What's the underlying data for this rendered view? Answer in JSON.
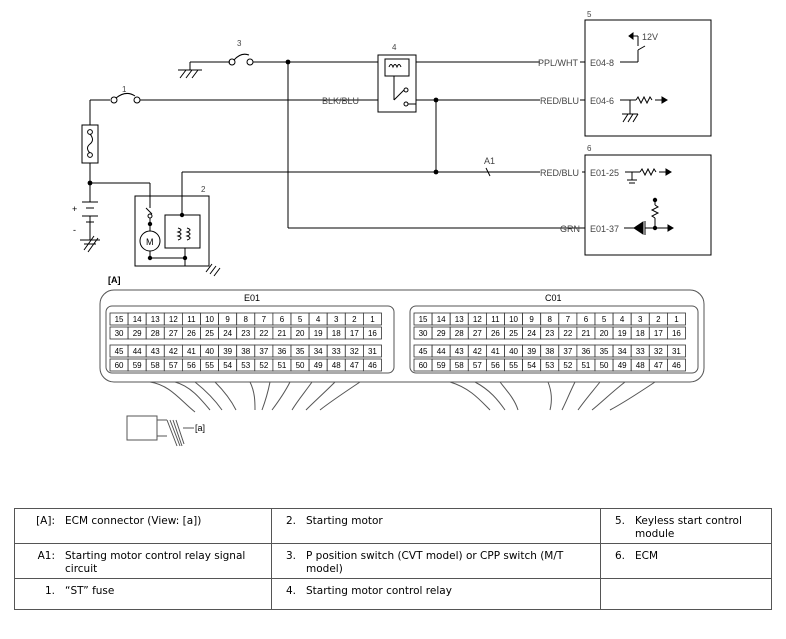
{
  "components": {
    "c1": "1",
    "c2": "2",
    "c3": "3",
    "c4": "4",
    "c5": "5",
    "c6": "6",
    "a1": "A1",
    "view_a": "[A]",
    "view_a_small": "[a]"
  },
  "wires": {
    "blk_blu": "BLK/BLU",
    "ppl_wht": "PPL/WHT",
    "red_blu_top": "RED/BLU",
    "red_blu_mid": "RED/BLU",
    "grn": "GRN",
    "v12": "12V"
  },
  "pins": {
    "e04_8": "E04-8",
    "e04_6": "E04-6",
    "e01_25": "E01-25",
    "e01_37": "E01-37"
  },
  "symbols": {
    "motor": "M",
    "plus": "+",
    "minus": "-"
  },
  "connectors": [
    {
      "name": "E01",
      "row1": [
        "15",
        "14",
        "13",
        "12",
        "11",
        "10",
        "9",
        "8",
        "7",
        "6",
        "5",
        "4",
        "3",
        "2",
        "1"
      ],
      "row2": [
        "30",
        "29",
        "28",
        "27",
        "26",
        "25",
        "24",
        "23",
        "22",
        "21",
        "20",
        "19",
        "18",
        "17",
        "16"
      ],
      "row3": [
        "45",
        "44",
        "43",
        "42",
        "41",
        "40",
        "39",
        "38",
        "37",
        "36",
        "35",
        "34",
        "33",
        "32",
        "31"
      ],
      "row4": [
        "60",
        "59",
        "58",
        "57",
        "56",
        "55",
        "54",
        "53",
        "52",
        "51",
        "50",
        "49",
        "48",
        "47",
        "46"
      ]
    },
    {
      "name": "C01",
      "row1": [
        "15",
        "14",
        "13",
        "12",
        "11",
        "10",
        "9",
        "8",
        "7",
        "6",
        "5",
        "4",
        "3",
        "2",
        "1"
      ],
      "row2": [
        "30",
        "29",
        "28",
        "27",
        "26",
        "25",
        "24",
        "23",
        "22",
        "21",
        "20",
        "19",
        "18",
        "17",
        "16"
      ],
      "row3": [
        "45",
        "44",
        "43",
        "42",
        "41",
        "40",
        "39",
        "38",
        "37",
        "36",
        "35",
        "34",
        "33",
        "32",
        "31"
      ],
      "row4": [
        "60",
        "59",
        "58",
        "57",
        "56",
        "55",
        "54",
        "53",
        "52",
        "51",
        "50",
        "49",
        "48",
        "47",
        "46"
      ]
    }
  ],
  "legend": [
    [
      {
        "key": "[A]:",
        "value": "ECM connector (View: [a])"
      },
      {
        "key": "2.",
        "value": "Starting motor"
      },
      {
        "key": "5.",
        "value": "Keyless start control module"
      }
    ],
    [
      {
        "key": "A1:",
        "value": "Starting motor control relay signal circuit"
      },
      {
        "key": "3.",
        "value": "P position switch (CVT model) or CPP switch (M/T model)"
      },
      {
        "key": "6.",
        "value": "ECM"
      }
    ],
    [
      {
        "key": "1.",
        "value": "“ST” fuse"
      },
      {
        "key": "4.",
        "value": "Starting motor control relay"
      },
      {
        "key": "",
        "value": ""
      }
    ]
  ]
}
